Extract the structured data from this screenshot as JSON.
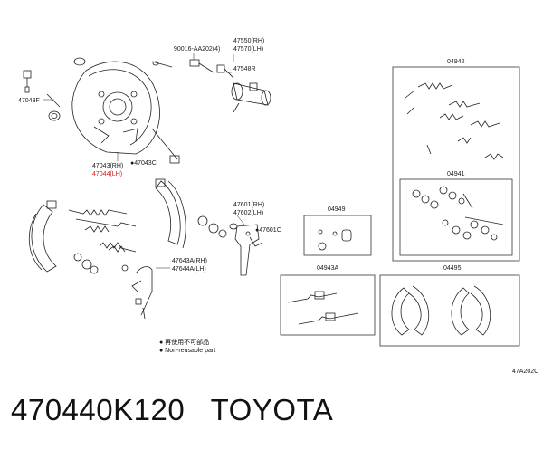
{
  "labels": {
    "p90016": "90016-AA202(4)",
    "p47550": "47550(RH)",
    "p47570": "47570(LH)",
    "p47548": "47548R",
    "p47043F": "47043F",
    "p47043rh": "47043(RH)",
    "p47044lh": "47044(LH)",
    "p47043C": "●47043C",
    "p47601": "47601(RH)",
    "p47602": "47602(LH)",
    "p47601C": "●47601C",
    "p47643": "47643A(RH)",
    "p47644": "47644A(LH)",
    "p04942": "04942",
    "p04941": "04941",
    "p04949": "04949",
    "p04943A": "04943A",
    "p04495": "04495",
    "legend_cn": "● 再使用不可部品",
    "legend_en": "● Non-reusable part",
    "code": "47A202C"
  },
  "colors": {
    "highlight": "#d01818",
    "line": "#222222"
  },
  "caption": {
    "part_number": "470440K120",
    "brand": "TOYOTA"
  }
}
